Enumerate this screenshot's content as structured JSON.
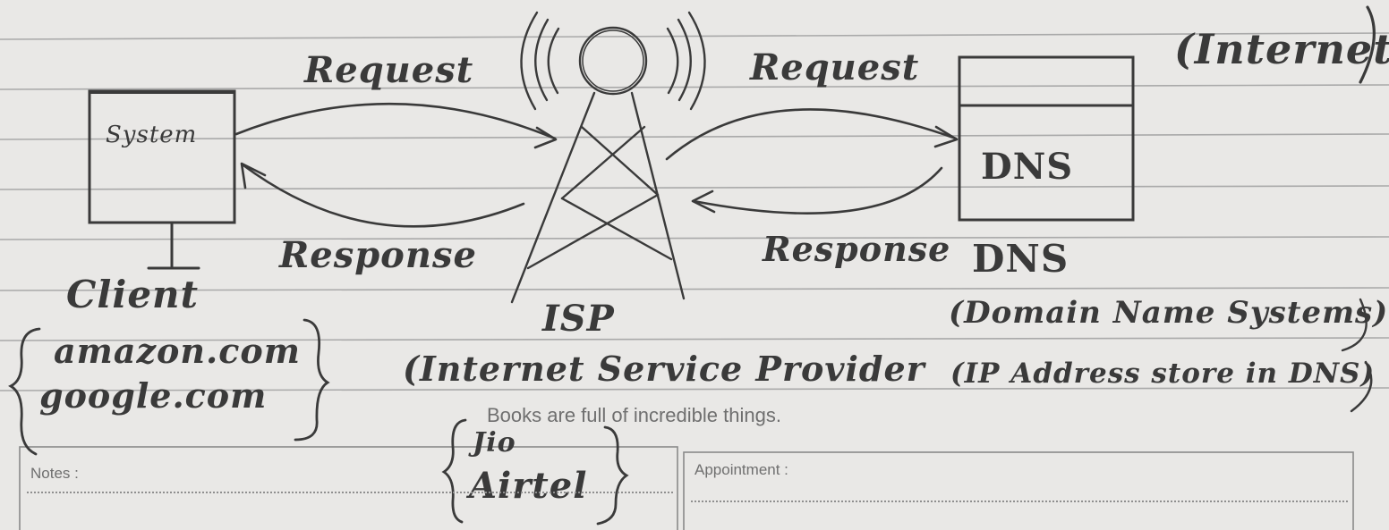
{
  "diagram": {
    "client_box": {
      "label": "System"
    },
    "client_caption": "Client",
    "client_sites": [
      "amazon.com",
      "google.com"
    ],
    "request_left": "Request",
    "response_left": "Response",
    "isp_label": "ISP",
    "isp_full": "(Internet Service Provider",
    "isp_examples": [
      "Jio",
      "Airtel"
    ],
    "request_right": "Request",
    "response_right": "Response",
    "dns_box": {
      "label": "DNS"
    },
    "dns_caption": "DNS",
    "dns_full": "(Domain Name Systems)",
    "dns_note": "(IP Address store in DNS)",
    "internet_note": "(Internet)"
  },
  "notebook": {
    "tagline": "Books are full of incredible things.",
    "notes_label": "Notes :",
    "appointment_label": "Appointment :"
  },
  "colors": {
    "paper": "#e9e8e6",
    "pencil": "#3a3a3a",
    "rule": "#a9a9a9",
    "print": "#6f6f6f"
  }
}
